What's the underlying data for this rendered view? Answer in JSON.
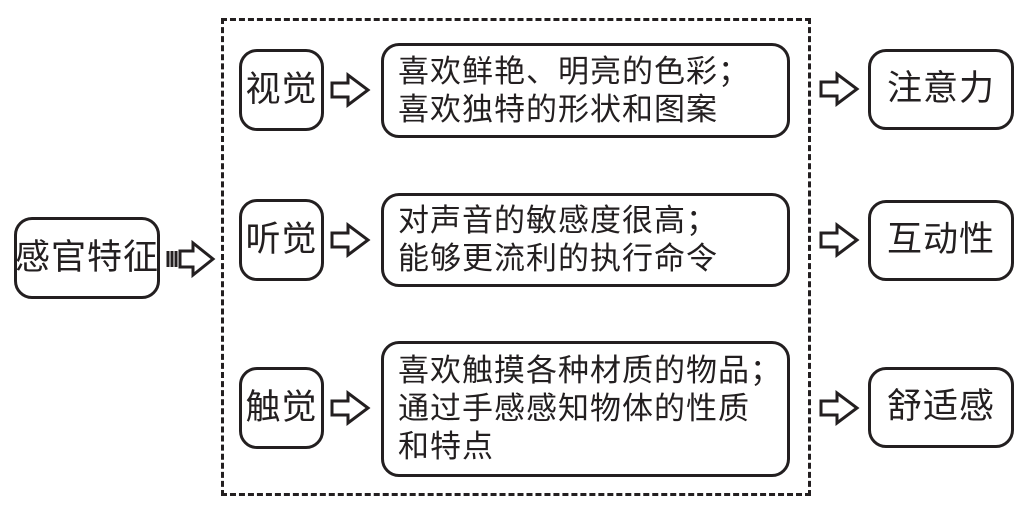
{
  "root": {
    "label": "感官特征"
  },
  "senses": [
    {
      "label": "视觉",
      "description": "喜欢鲜艳、明亮的色彩；\n喜欢独特的形状和图案",
      "outcome": "注意力"
    },
    {
      "label": "听觉",
      "description": "对声音的敏感度很高；\n能够更流利的执行命令",
      "outcome": "互动性"
    },
    {
      "label": "触觉",
      "description": "喜欢触摸各种材质的物品；\n通过手感感知物体的性质\n和特点",
      "outcome": "舒适感"
    }
  ]
}
